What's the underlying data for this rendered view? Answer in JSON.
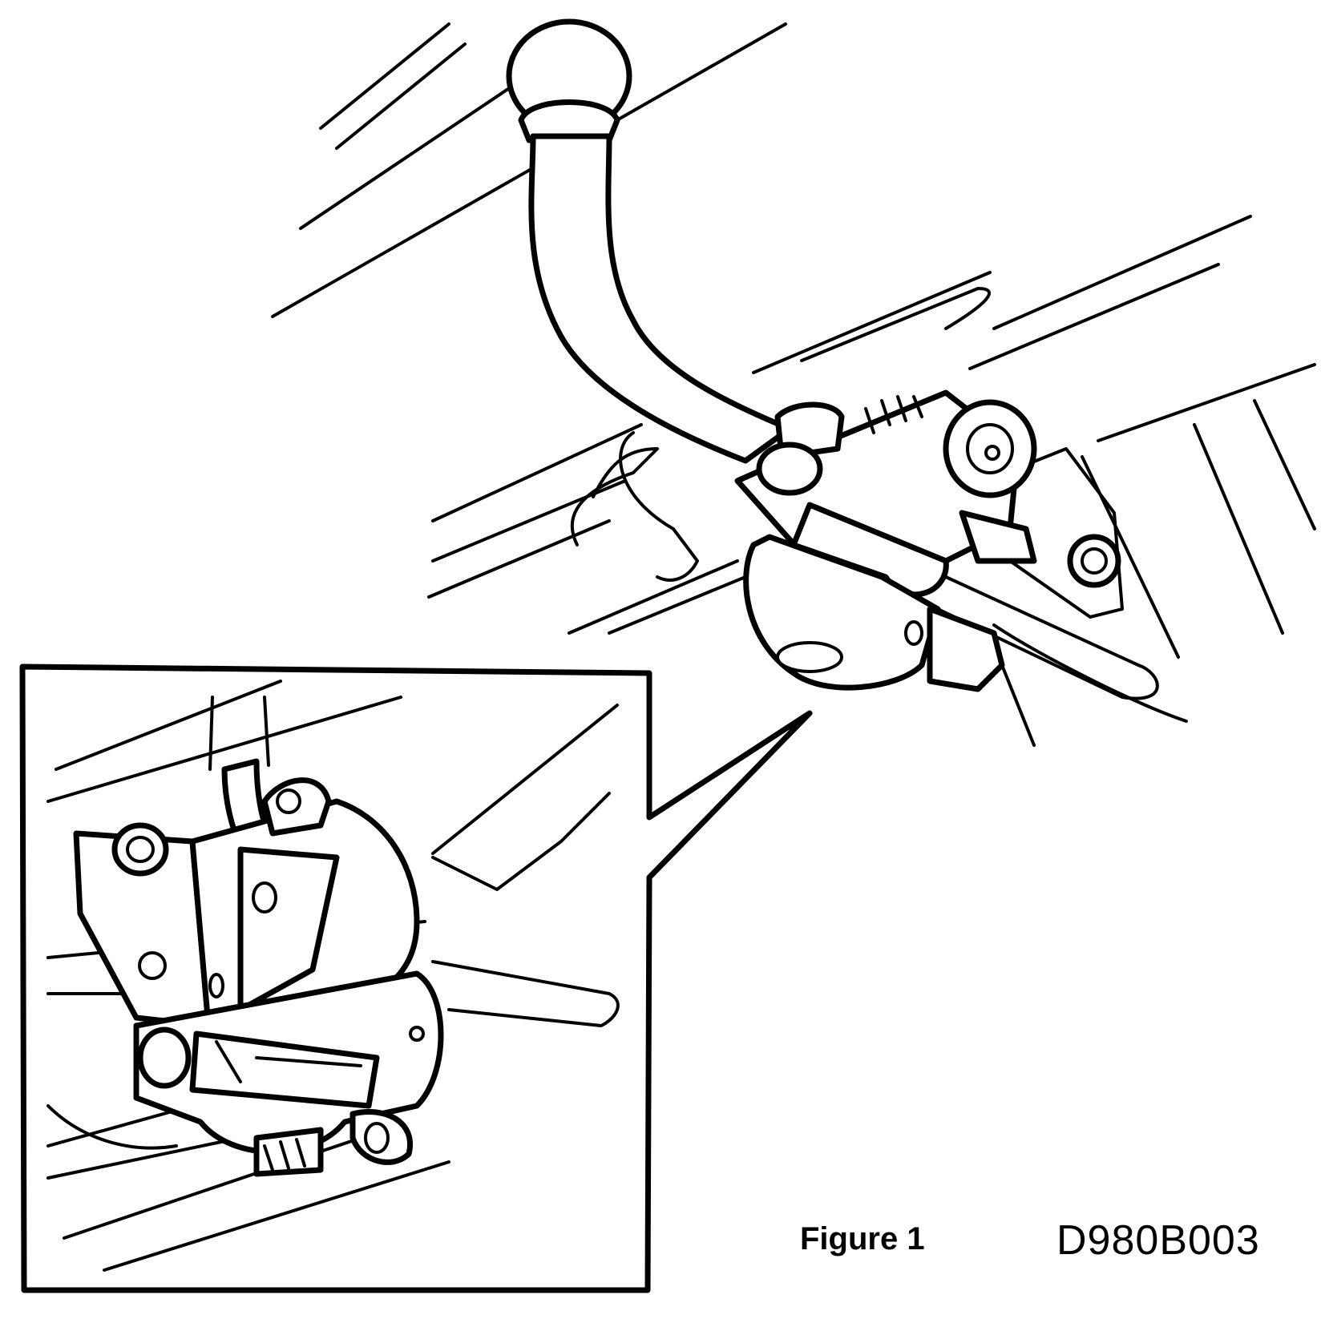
{
  "figure": {
    "label": "Figure 1",
    "code": "D980B003"
  },
  "colors": {
    "ink": "#000000",
    "paper": "#ffffff"
  },
  "icons": {
    "main_view": "tow-bar-ball-mount-drawing",
    "detail_view": "hitch-socket-bracket-detail-drawing"
  }
}
